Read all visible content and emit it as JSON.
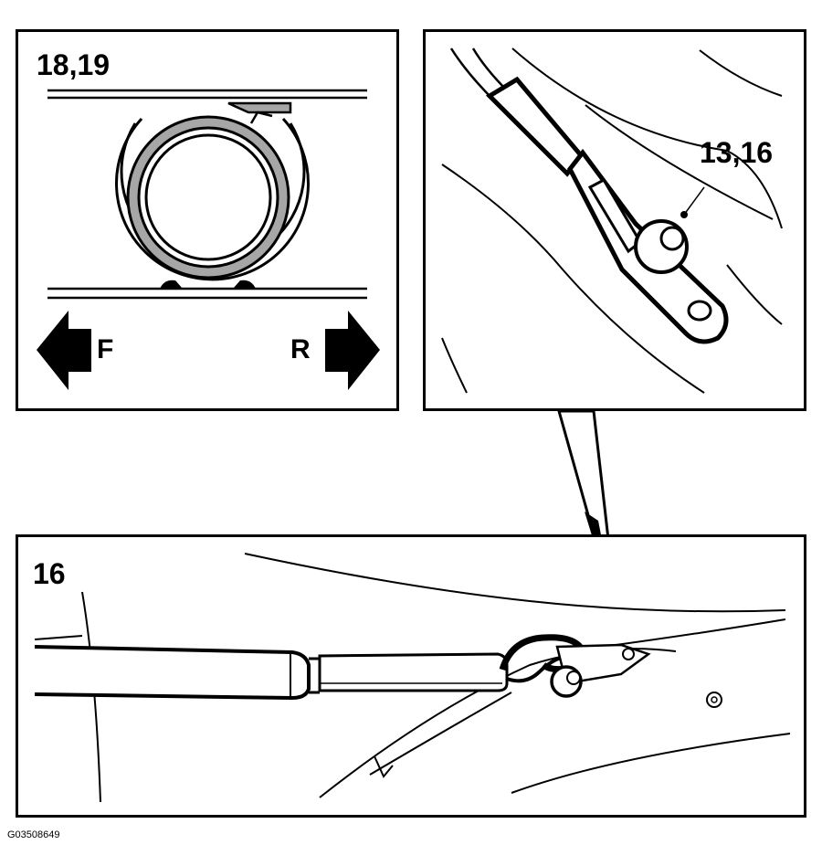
{
  "panels": {
    "roller_detail": {
      "label": "18,19",
      "front_label": "F",
      "rear_label": "R"
    },
    "bracket_detail": {
      "label": "13,16"
    },
    "overview": {
      "label": "16"
    }
  },
  "figure_code": "G03508649",
  "colors": {
    "ink": "#000000",
    "paper": "#ffffff",
    "highlight": "#a6a6a6"
  },
  "icons": {
    "front_arrow": "arrow-left-icon",
    "rear_arrow": "arrow-right-icon"
  }
}
